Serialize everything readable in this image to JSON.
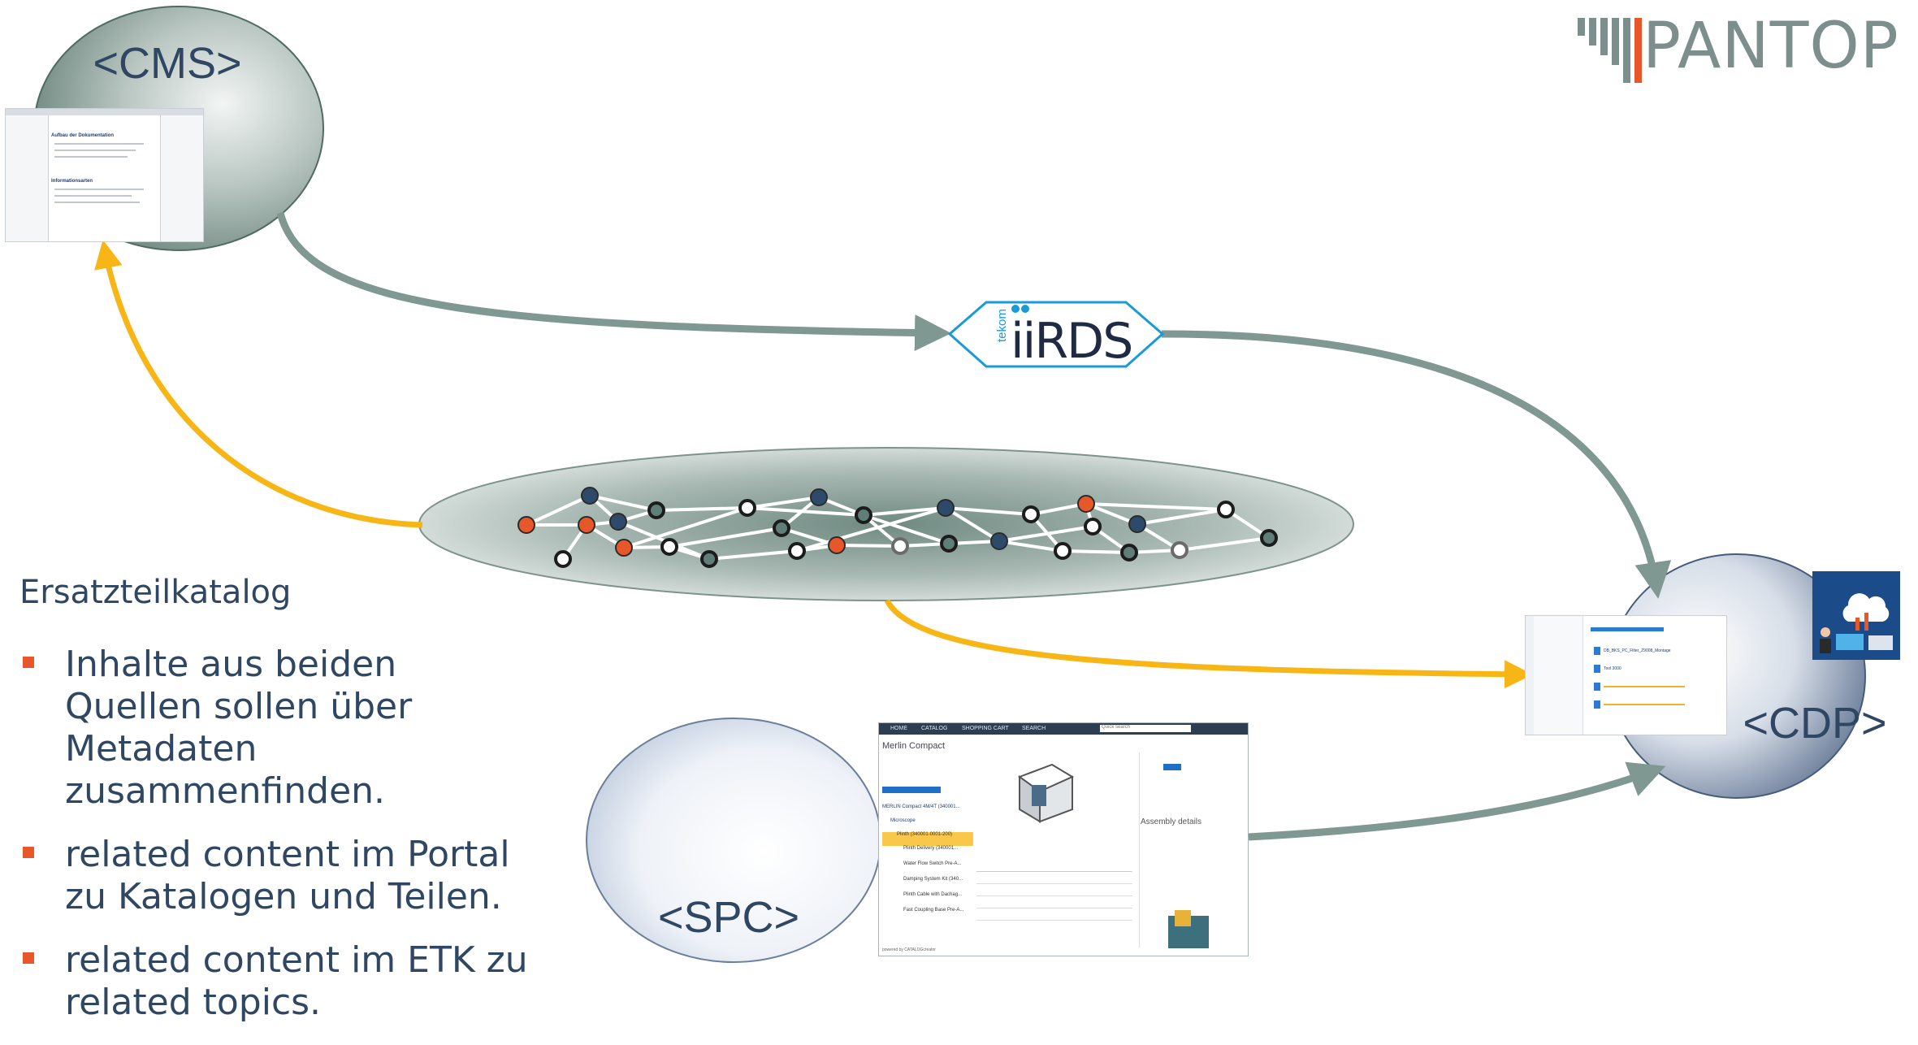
{
  "logo": {
    "text": "PANTOP",
    "accent_color": "#e8572a",
    "bars_color": "#7c8f8d"
  },
  "nodes": {
    "cms_label": "<CMS>",
    "cdp_label": "<CDP>",
    "spc_label": "<SPC>"
  },
  "connector": {
    "brand_prefix": "tekom",
    "brand_name": "iiRDS",
    "brand_color": "#1a9bd7"
  },
  "arrows": {
    "gray_color": "#7f9891",
    "yellow_color": "#f7b615"
  },
  "graph_node_colors": {
    "orange": "#e8572a",
    "navy": "#2e4a6b",
    "white": "#ffffff",
    "teal": "#5f7e78"
  },
  "bullets": {
    "heading": "Ersatzteilkatalog",
    "items": [
      "Inhalte aus beiden Quellen sollen über Metadaten zusammenfinden.",
      "related content im Portal zu Katalogen und Teilen.",
      "related content im ETK zu related topics."
    ]
  },
  "spc_screenshot": {
    "nav": [
      "HOME",
      "CATALOG",
      "SHOPPING CART",
      "SEARCH"
    ],
    "search_placeholder": "Quick search",
    "title": "Merlin Compact",
    "tree": [
      "MERLIN Compact 4M/4T (340001...",
      "Microscope",
      "Plinth (340001-0001-200)",
      "Plinth Delivery (340001...",
      "Water Flow Switch Pre-A...",
      "Damping System Kit (340...",
      "Plinth Cable with Dachag...",
      "Fast Coupling Base Pre-A..."
    ],
    "panel_title": "Assembly details",
    "footer": "powered by CATALOGcreator"
  },
  "cms_screenshot": {
    "title1": "Aufbau der Dokumentation",
    "title2": "Informationsarten"
  },
  "cdp_screenshot": {
    "item1": "DB_BKS_PC_Filter_Z9008_Montage",
    "item2": "Tool 3000"
  }
}
